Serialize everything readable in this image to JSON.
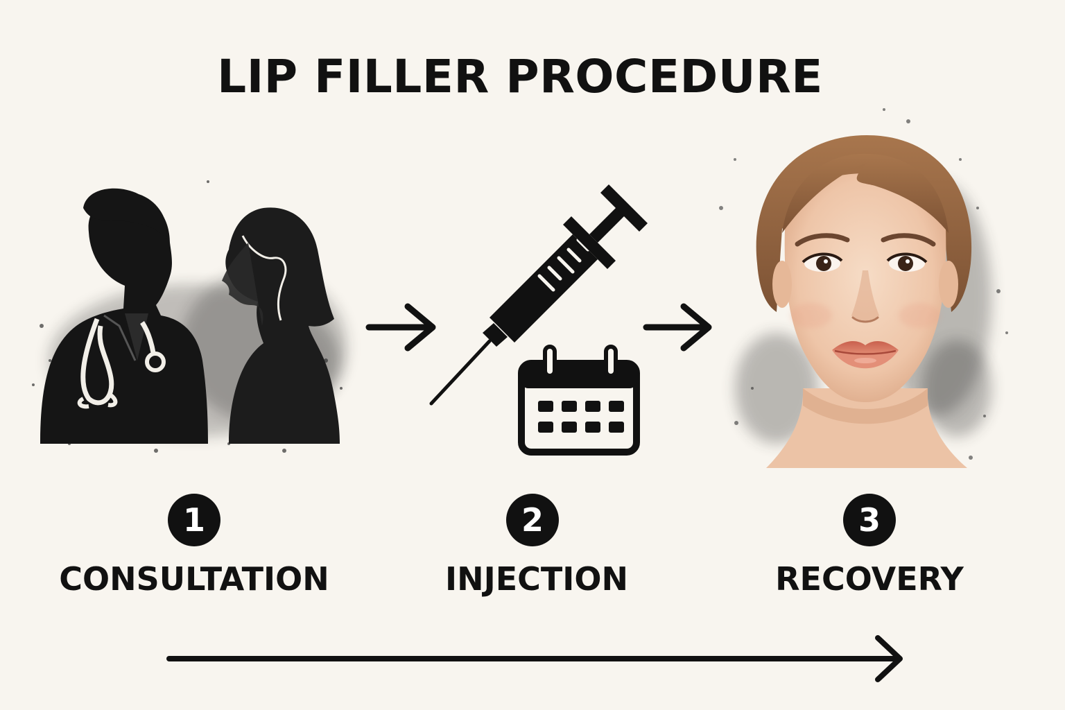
{
  "title": "LIP FILLER PROCEDURE",
  "steps": [
    {
      "number": "1",
      "label": "CONSULTATION",
      "icon": "doctor-patient-icon"
    },
    {
      "number": "2",
      "label": "INJECTION",
      "icon": "syringe-calendar-icon"
    },
    {
      "number": "3",
      "label": "RECOVERY",
      "icon": "woman-face-icon"
    }
  ],
  "colors": {
    "background": "#f8f5ef",
    "ink": "#111111",
    "lips": "#d9735e",
    "skin": "#f0cdb4",
    "hair": "#9c6a45"
  }
}
